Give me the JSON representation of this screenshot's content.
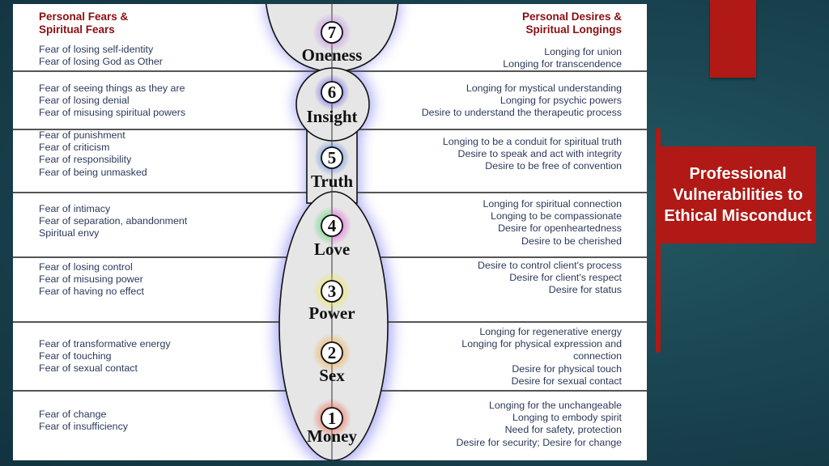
{
  "slide_title": "Professional Vulnerabilities to Ethical Misconduct",
  "left_heading": [
    "Personal Fears &",
    "Spiritual Fears"
  ],
  "right_heading": [
    "Personal Desires &",
    "Spiritual Longings"
  ],
  "colors": {
    "heading": "#8b0f12",
    "body_text": "#2b3a5a",
    "accent_red": "#b01915",
    "background": "#1a4652",
    "figure_fill": "#e6e6e6"
  },
  "chakras": [
    {
      "number": "7",
      "name": "Oneness",
      "glow": "#b46ee6",
      "fears": [
        "Fear of losing self-identity",
        "Fear of losing God as Other"
      ],
      "desires": [
        "Longing for union",
        "Longing for transcendence"
      ]
    },
    {
      "number": "6",
      "name": "Insight",
      "glow": "#3a2ee6",
      "fears": [
        "Fear of seeing things as they are",
        "Fear of losing denial",
        "Fear of misusing spiritual powers"
      ],
      "desires": [
        "Longing for mystical understanding",
        "Longing for psychic powers",
        "Desire to understand the therapeutic process"
      ]
    },
    {
      "number": "5",
      "name": "Truth",
      "glow": "#2e6ae6",
      "fears": [
        "Fear of punishment",
        "Fear of criticism",
        "Fear of responsibility",
        "Fear of being unmasked"
      ],
      "desires": [
        "Longing to be a conduit for spiritual truth",
        "Desire to speak and act with integrity",
        "Desire to be free of convention"
      ]
    },
    {
      "number": "4",
      "name": "Love",
      "glow": "#2ecc55",
      "glow2": "#e62ed2",
      "fears": [
        "Fear of intimacy",
        "Fear of separation, abandonment",
        "Spiritual envy"
      ],
      "desires": [
        "Longing for spiritual connection",
        "Longing to be compassionate",
        "Desire for openheartedness",
        "Desire to be cherished"
      ]
    },
    {
      "number": "3",
      "name": "Power",
      "glow": "#f2e62e",
      "fears": [
        "Fear of losing control",
        "Fear of misusing power",
        "Fear of having no effect"
      ],
      "desires": [
        "Desire to control client's process",
        "Desire for client's respect",
        "Desire for status"
      ]
    },
    {
      "number": "2",
      "name": "Sex",
      "glow": "#f29a1e",
      "fears": [
        "Fear of transformative energy",
        "Fear of touching",
        "Fear of sexual contact"
      ],
      "desires": [
        "Longing for regenerative energy",
        "Longing for physical expression and connection",
        "Desire for physical touch",
        "Desire for sexual contact"
      ]
    },
    {
      "number": "1",
      "name": "Money",
      "glow": "#f2441e",
      "fears": [
        "Fear of change",
        "Fear of insufficiency"
      ],
      "desires": [
        "Longing for the unchangeable",
        "Longing to embody spirit",
        "Need for safety, protection",
        "Desire for security; Desire for change"
      ]
    }
  ]
}
